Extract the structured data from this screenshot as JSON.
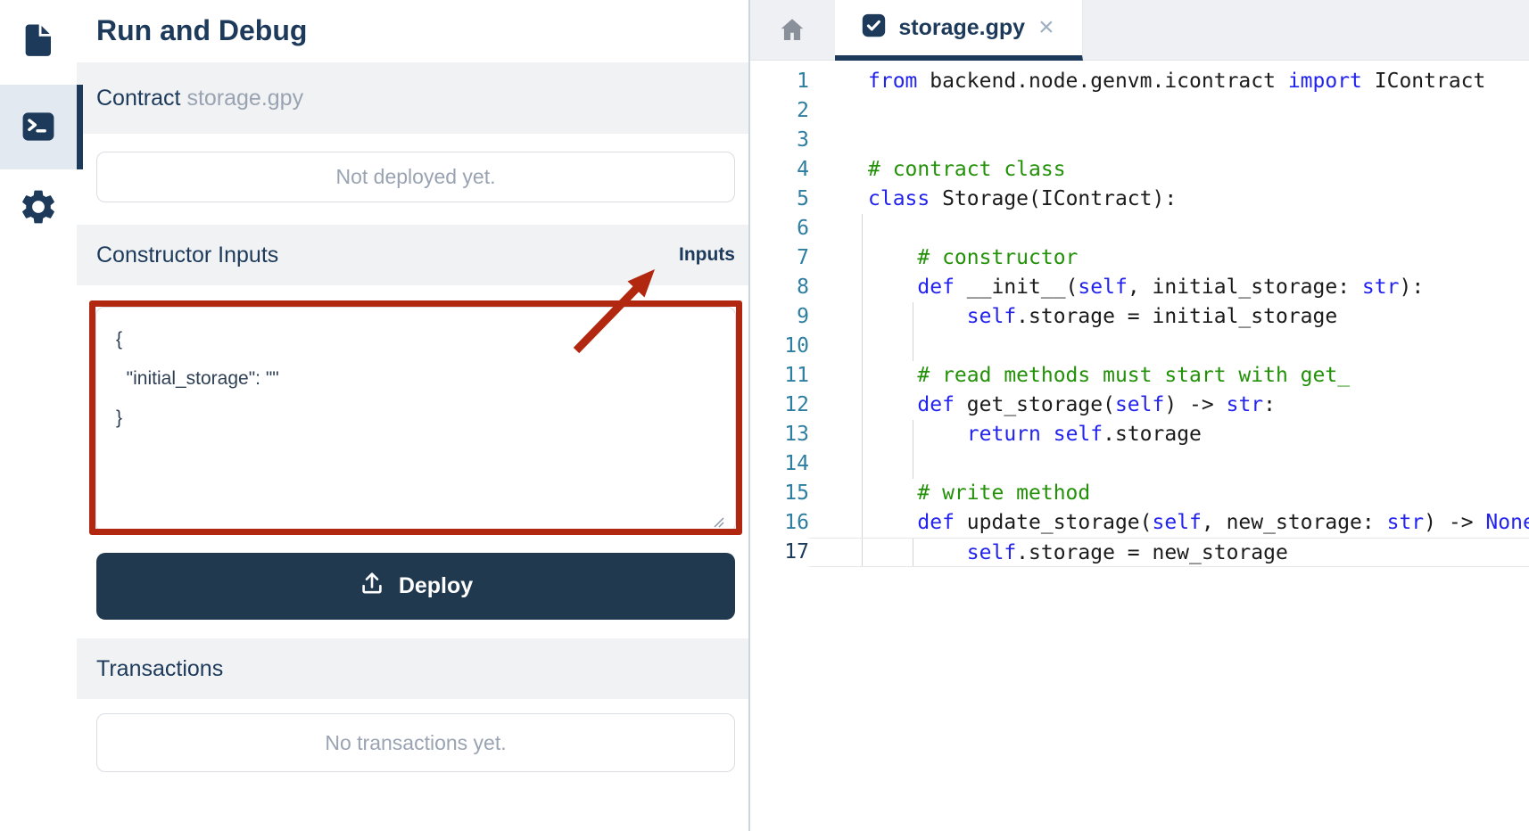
{
  "colors": {
    "navy": "#1d3a5a",
    "muted_gray": "#9aa3b2",
    "band_gray": "#f0f2f4",
    "border_gray": "#d9dde2",
    "divider": "#ccd5e0",
    "annotation_red": "#b1270f",
    "deploy_button_bg": "#20394f",
    "keyword_blue": "#2323ee",
    "comment_green": "#239108",
    "line_number_teal": "#2e7ea1"
  },
  "activity_bar": {
    "items": [
      {
        "id": "files",
        "icon": "file-icon",
        "active": false
      },
      {
        "id": "run-debug",
        "icon": "terminal-icon",
        "active": true
      },
      {
        "id": "settings",
        "icon": "gear-icon",
        "active": false
      }
    ]
  },
  "panel": {
    "title": "Run and Debug",
    "contract_label": "Contract",
    "contract_file": "storage.gpy",
    "deploy_status": "Not deployed yet.",
    "constructor_label": "Constructor Inputs",
    "inputs_badge": "Inputs",
    "constructor_input_value": "{\n  \"initial_storage\": \"\"\n}",
    "deploy_label": "Deploy",
    "transactions_label": "Transactions",
    "transactions_empty": "No transactions yet."
  },
  "editor": {
    "tab_title": "storage.gpy",
    "tab_close": "×",
    "lines": [
      {
        "n": 1,
        "g": [],
        "p": [
          [
            "k",
            "from"
          ],
          [
            "p",
            " backend.node.genvm.icontract "
          ],
          [
            "k",
            "import"
          ],
          [
            "p",
            " IContract"
          ]
        ]
      },
      {
        "n": 2,
        "g": [],
        "p": []
      },
      {
        "n": 3,
        "g": [],
        "p": []
      },
      {
        "n": 4,
        "g": [],
        "p": [
          [
            "c",
            "# contract class"
          ]
        ]
      },
      {
        "n": 5,
        "g": [],
        "p": [
          [
            "k",
            "class"
          ],
          [
            "p",
            " Storage(IContract):"
          ]
        ]
      },
      {
        "n": 6,
        "g": [
          0
        ],
        "p": []
      },
      {
        "n": 7,
        "g": [
          0
        ],
        "p": [
          [
            "p",
            "    "
          ],
          [
            "c",
            "# constructor"
          ]
        ]
      },
      {
        "n": 8,
        "g": [
          0
        ],
        "p": [
          [
            "p",
            "    "
          ],
          [
            "k",
            "def"
          ],
          [
            "p",
            " __init__("
          ],
          [
            "k",
            "self"
          ],
          [
            "p",
            ", initial_storage: "
          ],
          [
            "k",
            "str"
          ],
          [
            "p",
            "):"
          ]
        ]
      },
      {
        "n": 9,
        "g": [
          0,
          1
        ],
        "p": [
          [
            "p",
            "        "
          ],
          [
            "k",
            "self"
          ],
          [
            "p",
            ".storage = initial_storage"
          ]
        ]
      },
      {
        "n": 10,
        "g": [
          0,
          1
        ],
        "p": []
      },
      {
        "n": 11,
        "g": [
          0
        ],
        "p": [
          [
            "p",
            "    "
          ],
          [
            "c",
            "# read methods must start with get_"
          ]
        ]
      },
      {
        "n": 12,
        "g": [
          0
        ],
        "p": [
          [
            "p",
            "    "
          ],
          [
            "k",
            "def"
          ],
          [
            "p",
            " get_storage("
          ],
          [
            "k",
            "self"
          ],
          [
            "p",
            ") -> "
          ],
          [
            "k",
            "str"
          ],
          [
            "p",
            ":"
          ]
        ]
      },
      {
        "n": 13,
        "g": [
          0,
          1
        ],
        "p": [
          [
            "p",
            "        "
          ],
          [
            "k",
            "return"
          ],
          [
            "p",
            " "
          ],
          [
            "k",
            "self"
          ],
          [
            "p",
            ".storage"
          ]
        ]
      },
      {
        "n": 14,
        "g": [
          0,
          1
        ],
        "p": []
      },
      {
        "n": 15,
        "g": [
          0
        ],
        "p": [
          [
            "p",
            "    "
          ],
          [
            "c",
            "# write method"
          ]
        ]
      },
      {
        "n": 16,
        "g": [
          0
        ],
        "p": [
          [
            "p",
            "    "
          ],
          [
            "k",
            "def"
          ],
          [
            "p",
            " update_storage("
          ],
          [
            "k",
            "self"
          ],
          [
            "p",
            ", new_storage: "
          ],
          [
            "k",
            "str"
          ],
          [
            "p",
            ") -> "
          ],
          [
            "k",
            "None"
          ],
          [
            "p",
            ":"
          ]
        ]
      },
      {
        "n": 17,
        "g": [
          0,
          1
        ],
        "p": [
          [
            "p",
            "        "
          ],
          [
            "k",
            "self"
          ],
          [
            "p",
            ".storage = new_storage"
          ]
        ],
        "active": true
      }
    ]
  }
}
